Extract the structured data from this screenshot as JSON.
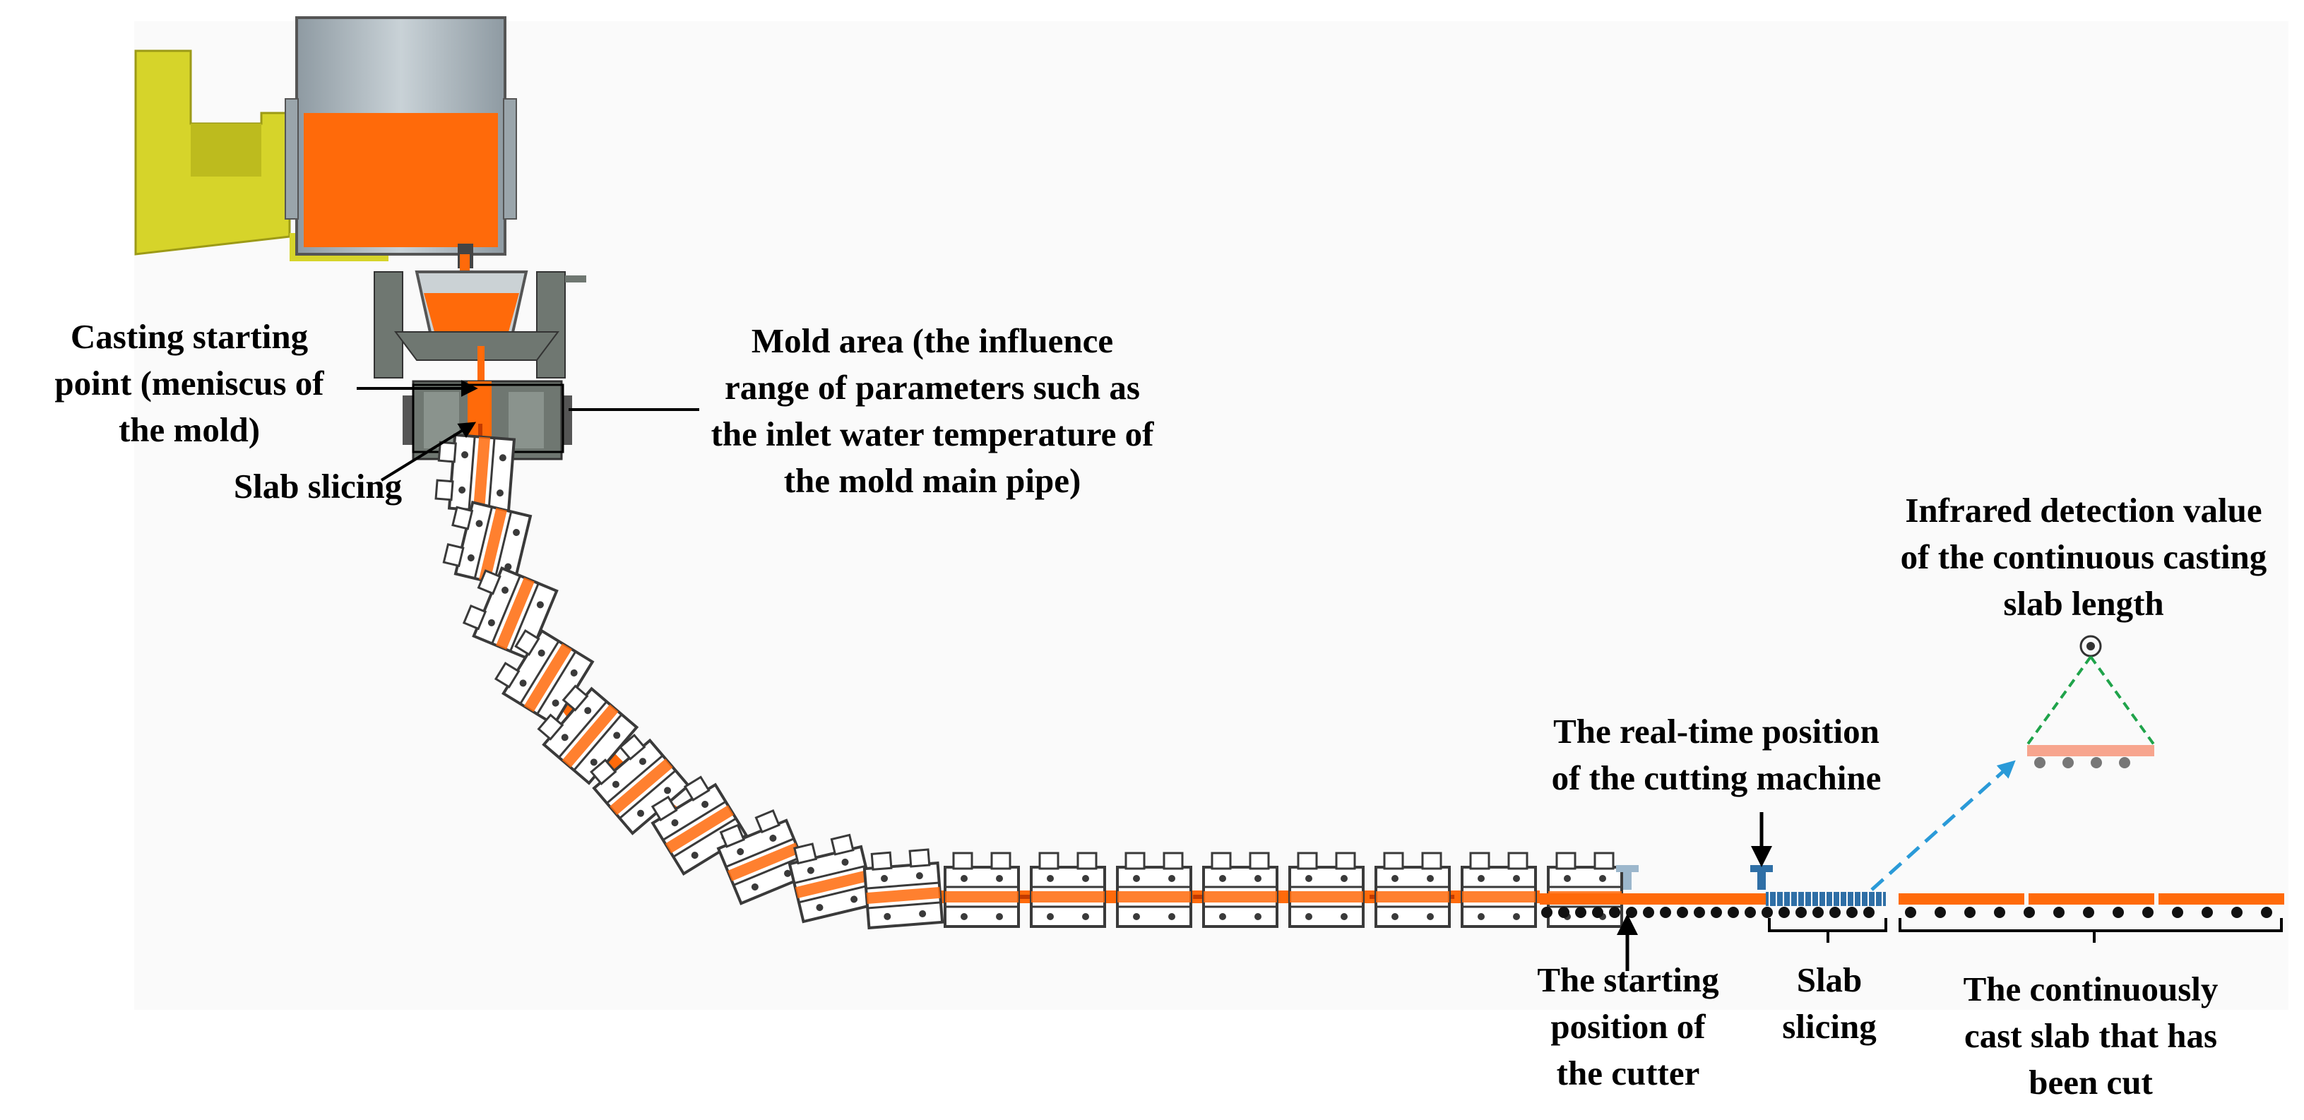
{
  "labels": {
    "casting_start": "Casting starting\npoint (meniscus of\nthe mold)",
    "slab_slicing_top": "Slab slicing",
    "mold_area": "Mold area (the influence\nrange of parameters such as\nthe inlet water temperature of\nthe mold main pipe)",
    "infrared": "Infrared detection value\nof the continuous casting\nslab length",
    "cutting_machine": "The real-time position\nof the cutting machine",
    "cutter_start": "The starting\nposition of\nthe cutter",
    "slab_slicing_bottom": "Slab\nslicing",
    "cut_slab": "The continuously\ncast slab that has\nbeen cut"
  },
  "colors": {
    "steel": "#FF6A0A",
    "ladle_body": "#A9B6BE",
    "turret": "#D6D42A",
    "frame": "#6F7771",
    "segment": "#3A3A3A",
    "roller": "#111111",
    "sensor_beam": "#1FA34A",
    "arrow_blue": "#2A9AD8",
    "cut_table": "#F7A58E"
  },
  "icons": [
    "ladle-icon",
    "tundish-icon",
    "mold-icon",
    "roller-segment-icon",
    "cutter-torch-icon",
    "infrared-sensor-icon"
  ]
}
